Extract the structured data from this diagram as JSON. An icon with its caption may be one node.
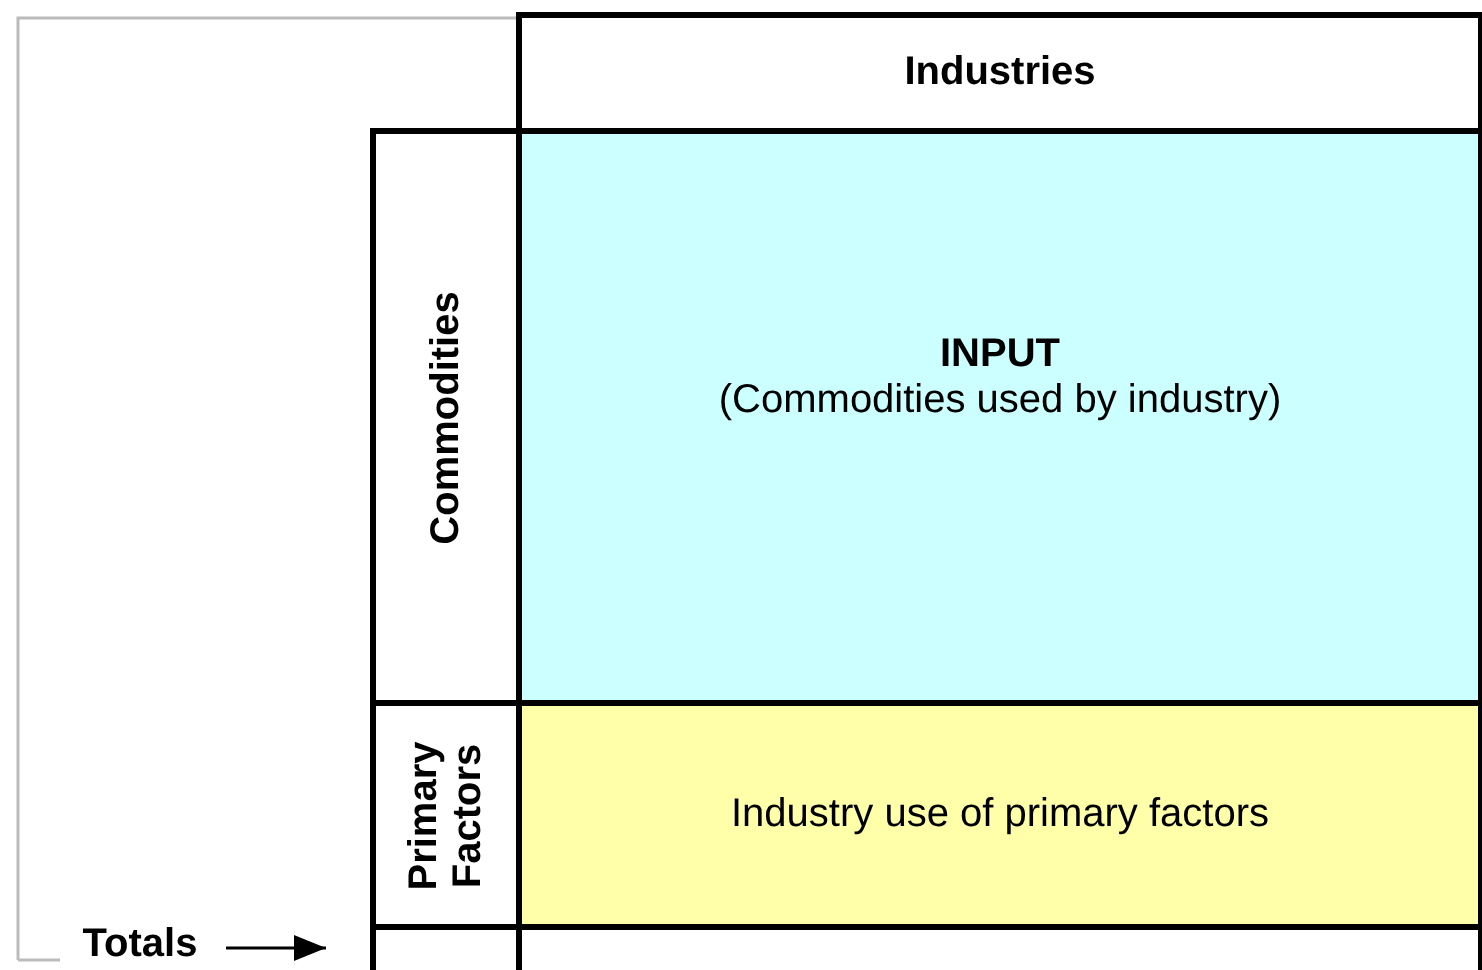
{
  "diagram": {
    "nodes": [
      {
        "text": [
          "Industries"
        ]
      },
      {
        "text": [
          "Commodities"
        ]
      },
      {
        "text": [
          "INPUT",
          "(Commodities used by industry)"
        ]
      },
      {
        "text": [
          "Primary Factors"
        ]
      },
      {
        "text": [
          "Industry use of primary factors"
        ]
      },
      {
        "text": [
          "Totals"
        ]
      },
      {
        "text": [],
        "shape": "box"
      },
      {
        "text": [],
        "shape": "box"
      }
    ],
    "edges": [
      {
        "from": 5,
        "to": 6,
        "arrow": "to"
      }
    ]
  }
}
